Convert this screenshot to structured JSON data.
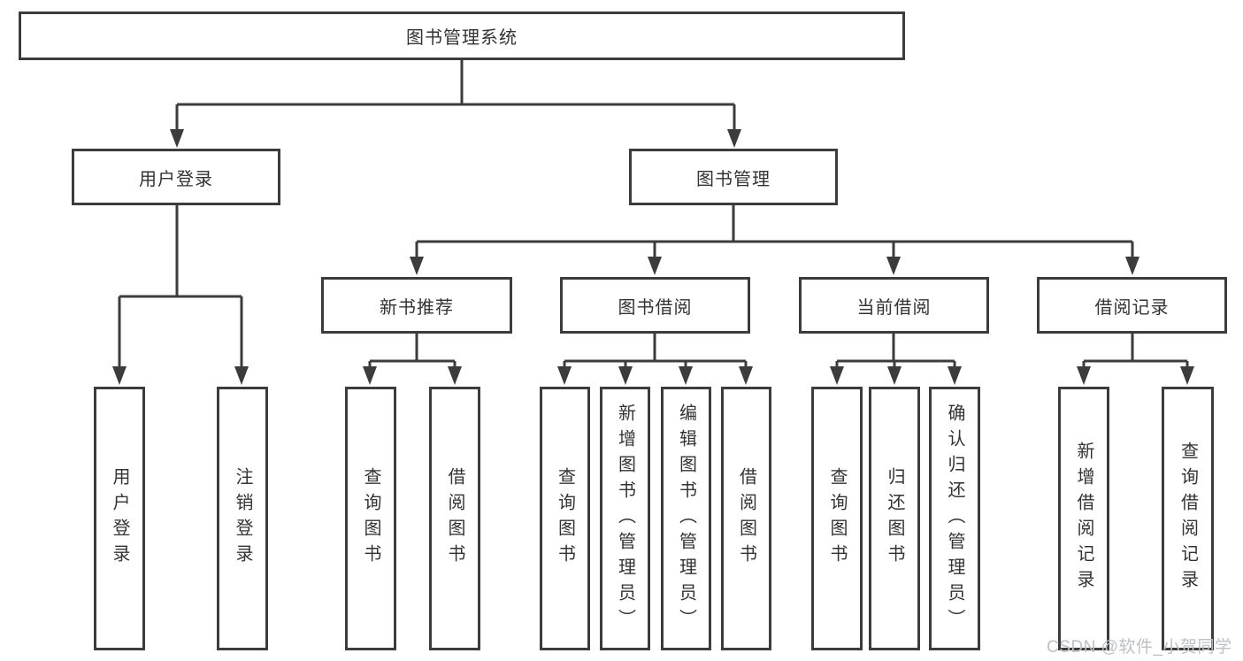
{
  "colors": {
    "line": "#3c3c3c",
    "border": "#3c3c3c",
    "text": "#333333",
    "watermark": "#bdc0c4",
    "background": "#ffffff"
  },
  "tree": {
    "root": {
      "label": "图书管理系统"
    },
    "branches": [
      {
        "label": "用户登录",
        "children": [
          {
            "label": "用户登录"
          },
          {
            "label": "注销登录"
          }
        ]
      },
      {
        "label": "图书管理",
        "children": [
          {
            "label": "新书推荐",
            "children": [
              {
                "label": "查询图书"
              },
              {
                "label": "借阅图书"
              }
            ]
          },
          {
            "label": "图书借阅",
            "children": [
              {
                "label": "查询图书"
              },
              {
                "label": "新增图书（管理员）"
              },
              {
                "label": "编辑图书（管理员）"
              },
              {
                "label": "借阅图书"
              }
            ]
          },
          {
            "label": "当前借阅",
            "children": [
              {
                "label": "查询图书"
              },
              {
                "label": "归还图书"
              },
              {
                "label": "确认归还（管理员）"
              }
            ]
          },
          {
            "label": "借阅记录",
            "children": [
              {
                "label": "新增借阅记录"
              },
              {
                "label": "查询借阅记录"
              }
            ]
          }
        ]
      }
    ]
  },
  "watermark": "CSDN @软件_小贺同学"
}
